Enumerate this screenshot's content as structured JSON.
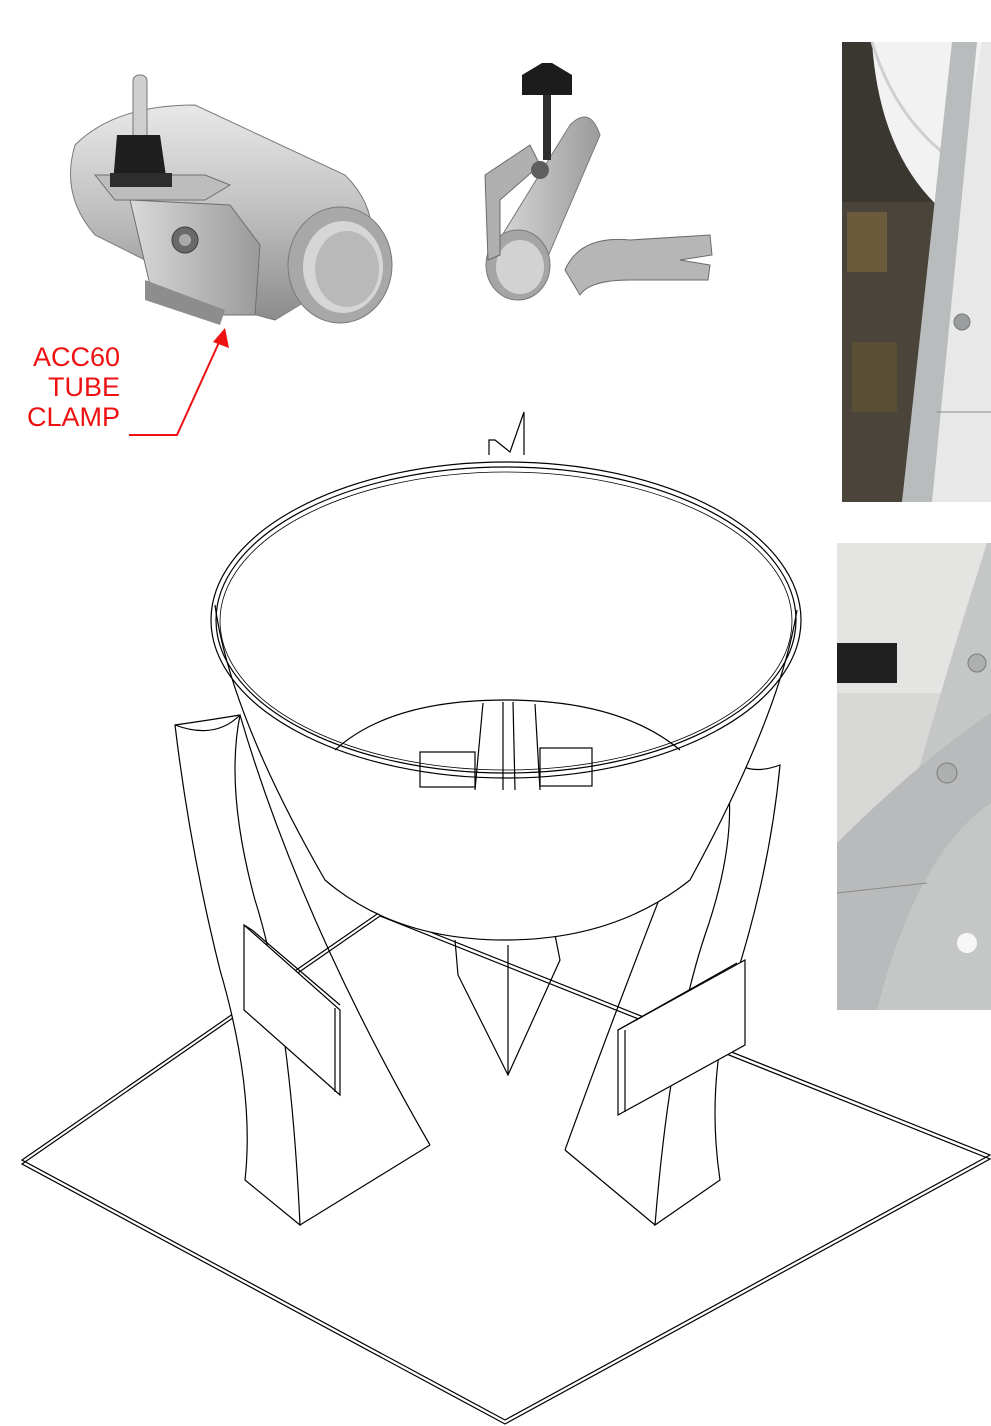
{
  "callout": {
    "part_number": "ACC60",
    "line2": "TUBE",
    "line3": "CLAMP",
    "color": "#ee1111"
  },
  "figures": {
    "closed_clamp": "tube-clamp-closed-render",
    "open_clamp": "tube-clamp-open-render",
    "assembly": "hanging-sign-frame-line-drawing",
    "photo_top": "warehouse-frame-photo-top",
    "photo_bottom": "warehouse-frame-photo-bottom"
  }
}
